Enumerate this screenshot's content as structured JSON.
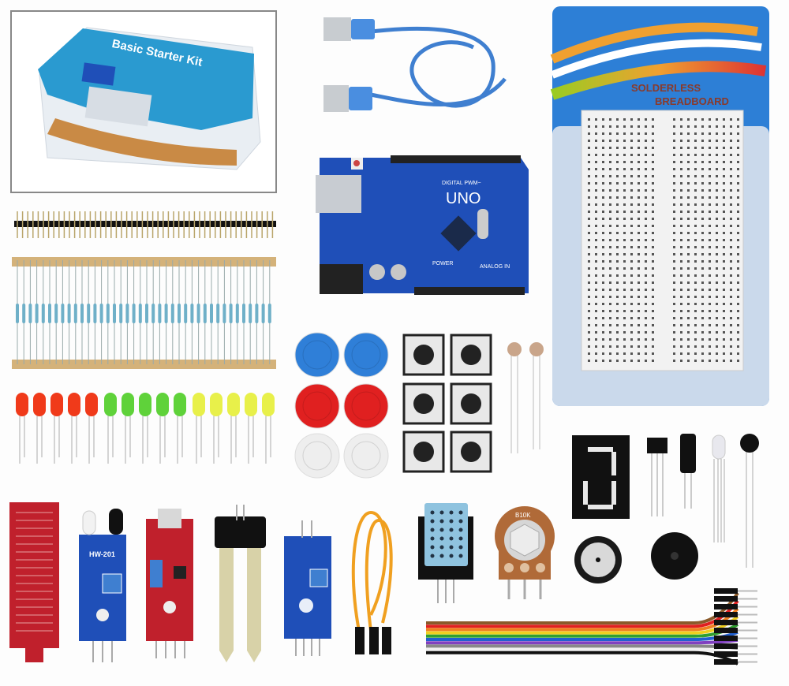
{
  "kit_box": {
    "title": "Basic Starter Kit"
  },
  "arduino": {
    "model": "UNO",
    "digital_label": "DIGITAL PWM~",
    "power_label": "POWER",
    "analog_label": "ANALOG IN"
  },
  "breadboard": {
    "line1": "SOLDERLESS",
    "line2": "BREADBOARD"
  },
  "ir_module": {
    "label": "HW-201"
  },
  "potentiometer": {
    "label": "B10K"
  },
  "colors": {
    "pcb_blue": "#1f4fb8",
    "pcb_red": "#c0202c",
    "box_blue": "#2a9ad0",
    "led_red": "#f03a1a",
    "led_green": "#5fd23a",
    "led_yellow": "#e8f04a"
  }
}
